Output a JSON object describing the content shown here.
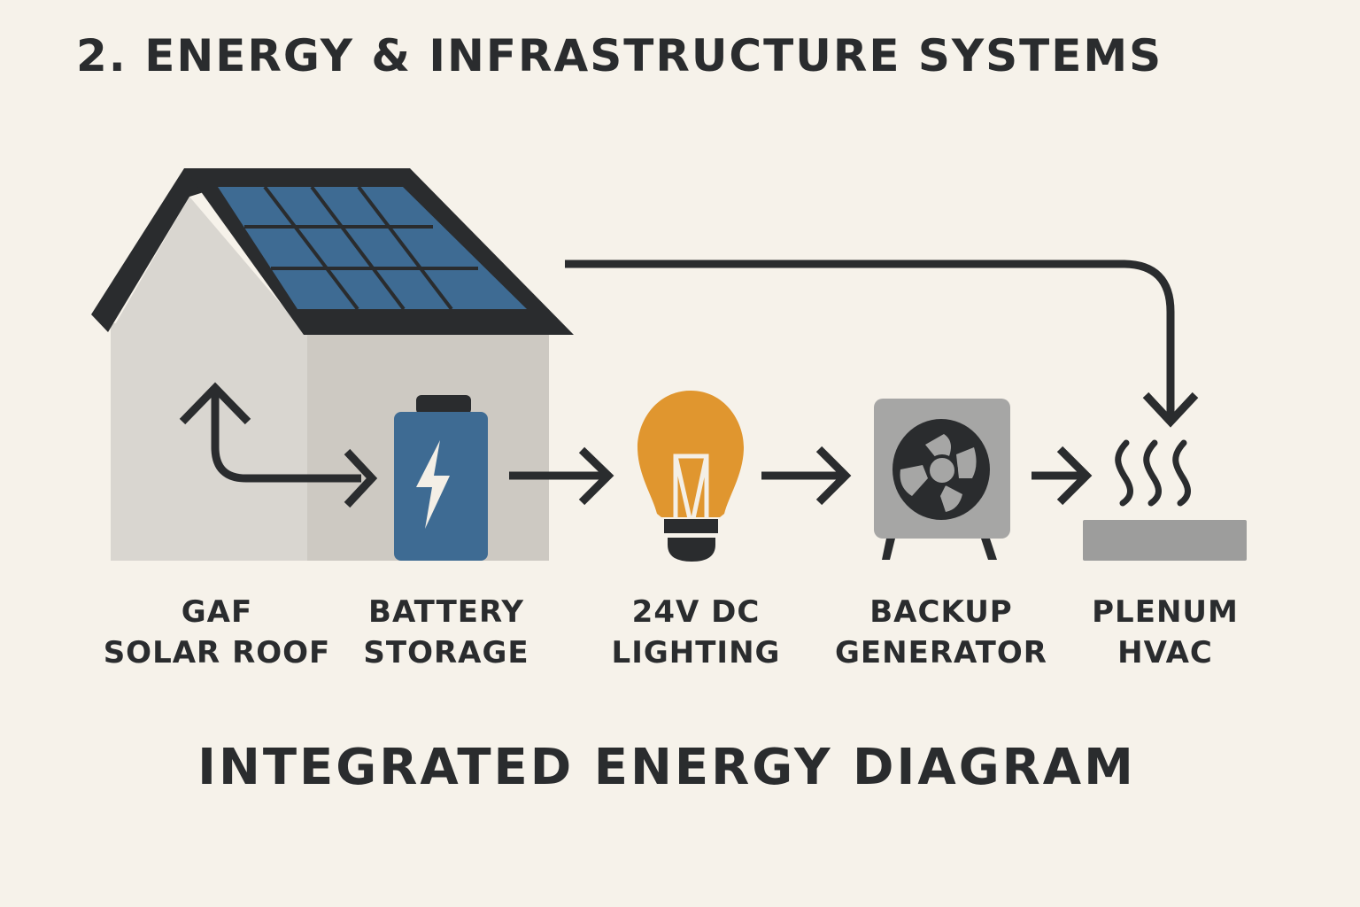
{
  "header": {
    "title": "2. ENERGY & INFRASTRUCTURE SYSTEMS"
  },
  "components": [
    {
      "id": "solar-roof",
      "icon": "house-solar-roof-icon",
      "line1": "GAF",
      "line2": "SOLAR ROOF"
    },
    {
      "id": "battery",
      "icon": "battery-icon",
      "line1": "BATTERY",
      "line2": "STORAGE"
    },
    {
      "id": "lighting",
      "icon": "light-bulb-icon",
      "line1": "24V DC",
      "line2": "LIGHTING"
    },
    {
      "id": "generator",
      "icon": "generator-fan-icon",
      "line1": "BACKUP",
      "line2": "GENERATOR"
    },
    {
      "id": "hvac",
      "icon": "heat-waves-icon",
      "line1": "PLENUM",
      "line2": "HVAC"
    }
  ],
  "flows": [
    {
      "from": "solar-roof",
      "to": "battery",
      "style": "bidirectional-elbow"
    },
    {
      "from": "battery",
      "to": "lighting",
      "style": "arrow"
    },
    {
      "from": "lighting",
      "to": "generator",
      "style": "arrow"
    },
    {
      "from": "generator",
      "to": "hvac",
      "style": "arrow"
    },
    {
      "from": "solar-roof",
      "to": "hvac",
      "style": "overhead-elbow"
    }
  ],
  "colors": {
    "background": "#f6f2ea",
    "ink": "#2a2c2e",
    "solar_blue": "#3e6b93",
    "battery_blue": "#3e6b93",
    "bulb_orange": "#e0962f",
    "house_wall_light": "#d9d6d0",
    "house_wall_dark": "#cdc9c2",
    "generator_gray": "#a6a6a5",
    "hvac_gray": "#9d9d9c"
  },
  "footer": {
    "caption": "INTEGRATED ENERGY DIAGRAM"
  }
}
